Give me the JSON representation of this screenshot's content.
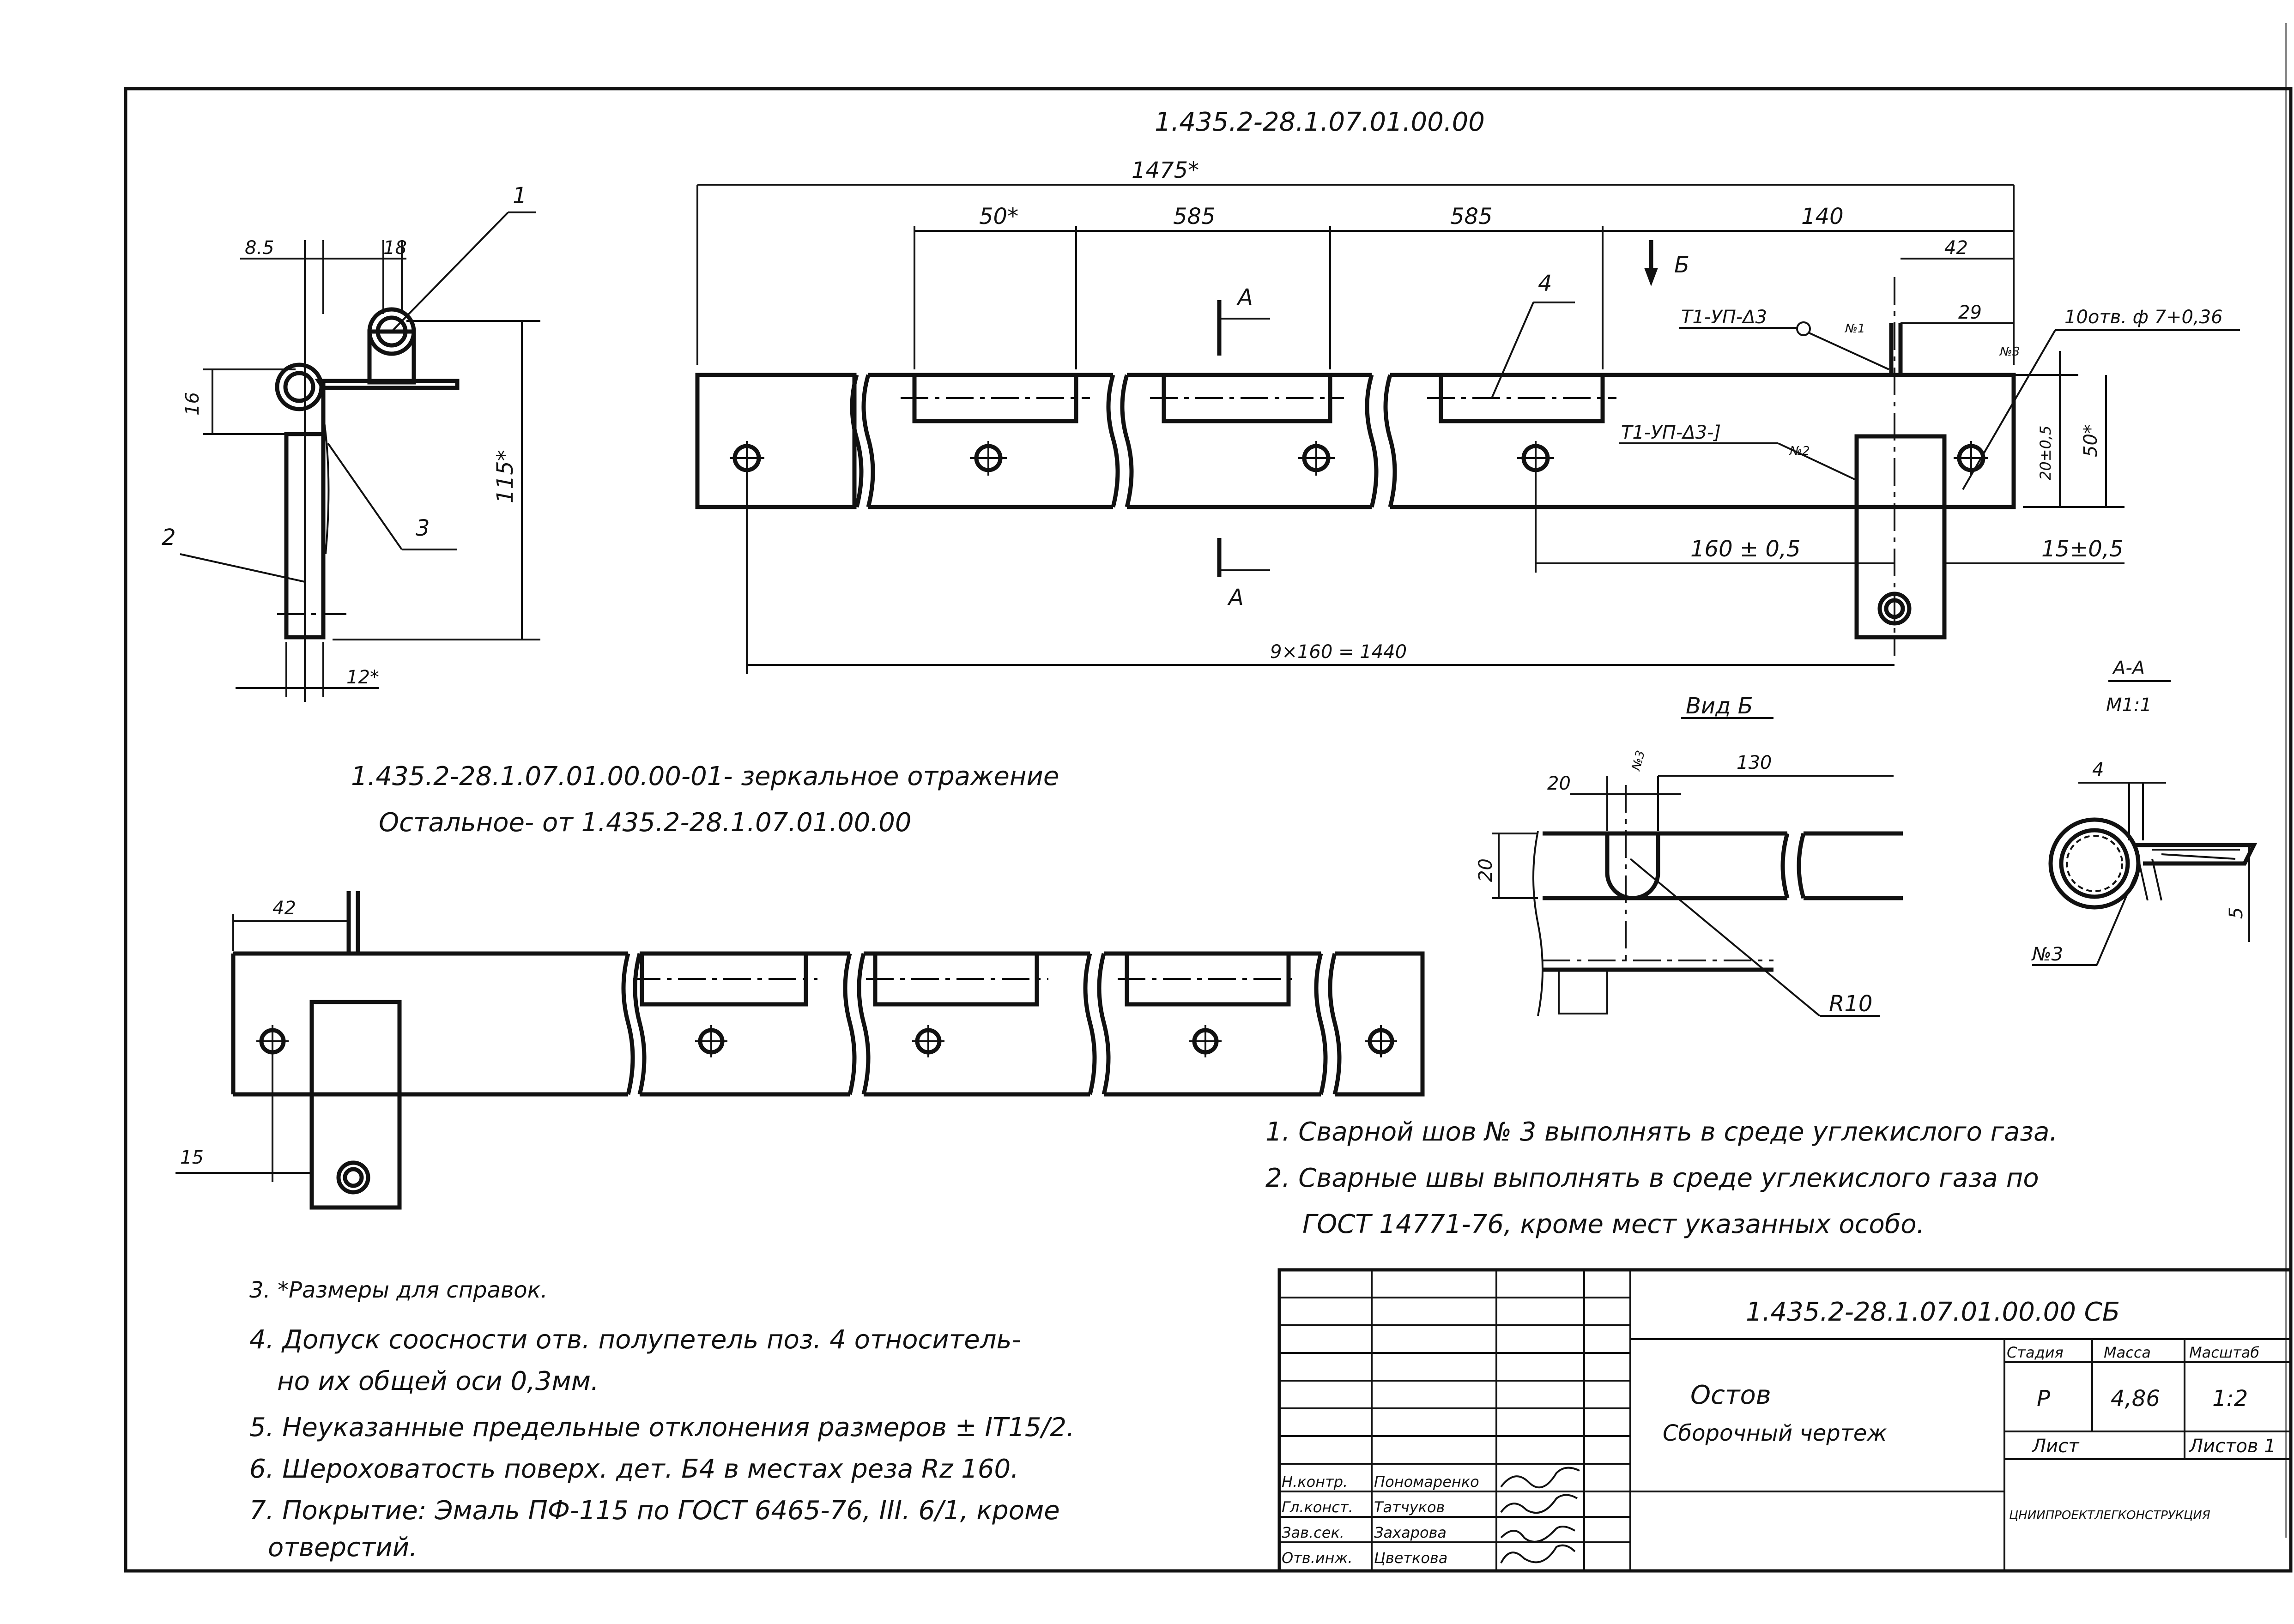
{
  "drawing": {
    "top_code": "1.435.2-28.1.07.01.00.00",
    "mirror_note": "1.435.2-28.1.07.01.00.00-01- зеркальное отражение",
    "rest_note": "Остальное- от 1.435.2-28.1.07.01.00.00",
    "view_b_title": "Вид Б",
    "section_title": "А-А",
    "section_scale": "М1:1",
    "arrow_b": "Б",
    "arrow_a_top": "А",
    "arrow_a_bottom": "А"
  },
  "dimensions": {
    "overall": "1475*",
    "d50": "50*",
    "d585a": "585",
    "d585b": "585",
    "d140": "140",
    "d42": "42",
    "d29": "29",
    "holes": "10отв. ф 7+0,36",
    "d200_5": "20±0,5",
    "d50v": "50*",
    "d160": "160 ± 0,5",
    "d15": "15±0,5",
    "d9x160": "9×160 = 1440",
    "side_8_5": "8.5",
    "side_18": "18",
    "side_16": "16",
    "side_115": "115*",
    "side_12": "12*",
    "vb_20": "20",
    "vb_130": "130",
    "vb_20v": "20",
    "vb_r10": "R10",
    "sec_4": "4",
    "sec_5": "5",
    "bot_42": "42",
    "bot_15": "15"
  },
  "weld_labels": {
    "w1": "Т1-УП-Δ3",
    "w1_num": "№1",
    "w2": "Т1-УП-Δ3-]",
    "w2_num": "№2",
    "w3": "№3",
    "w_small_a": "№3",
    "w_small_b": "№3"
  },
  "positions": {
    "p1": "1",
    "p2": "2",
    "p3": "3",
    "p4": "4"
  },
  "notes_right": [
    "1. Сварной шов № 3 выполнять в среде углекислого газа.",
    "2. Сварные швы выполнять в среде углекислого газа по",
    "ГОСТ 14771-76, кроме мест указанных особо."
  ],
  "notes_left": [
    "3. *Размеры для справок.",
    "4. Допуск соосности отв. полупетель поз. 4 относитель-",
    "но их общей оси 0,3мм.",
    "5. Неуказанные предельные отклонения размеров ± IT15/2.",
    "6. Шероховатость поверх. дет. Б4 в местах реза Rz 160.",
    "7. Покрытие: Эмаль ПФ-115 по ГОСТ 6465-76, III. 6/1, кроме",
    "отверстий."
  ],
  "title_block": {
    "code": "1.435.2-28.1.07.01.00.00 СБ",
    "name_line1": "Остов",
    "name_line2": "Сборочный чертеж",
    "stage_hdr": "Стадия",
    "mass_hdr": "Масса",
    "scale_hdr": "Масштаб",
    "stage": "Р",
    "mass": "4,86",
    "scale": "1:2",
    "sheet_label": "Лист",
    "sheets_label": "Листов 1",
    "org": "ЦНИИПРОЕКТЛЕГКОНСТРУКЦИЯ",
    "roles": [
      "Н.контр.",
      "Гл.конст.",
      "Зав.сек.",
      "Отв.инж."
    ],
    "names": [
      "Пономаренко",
      "Татчуков",
      "Захарова",
      "Цветкова"
    ]
  }
}
